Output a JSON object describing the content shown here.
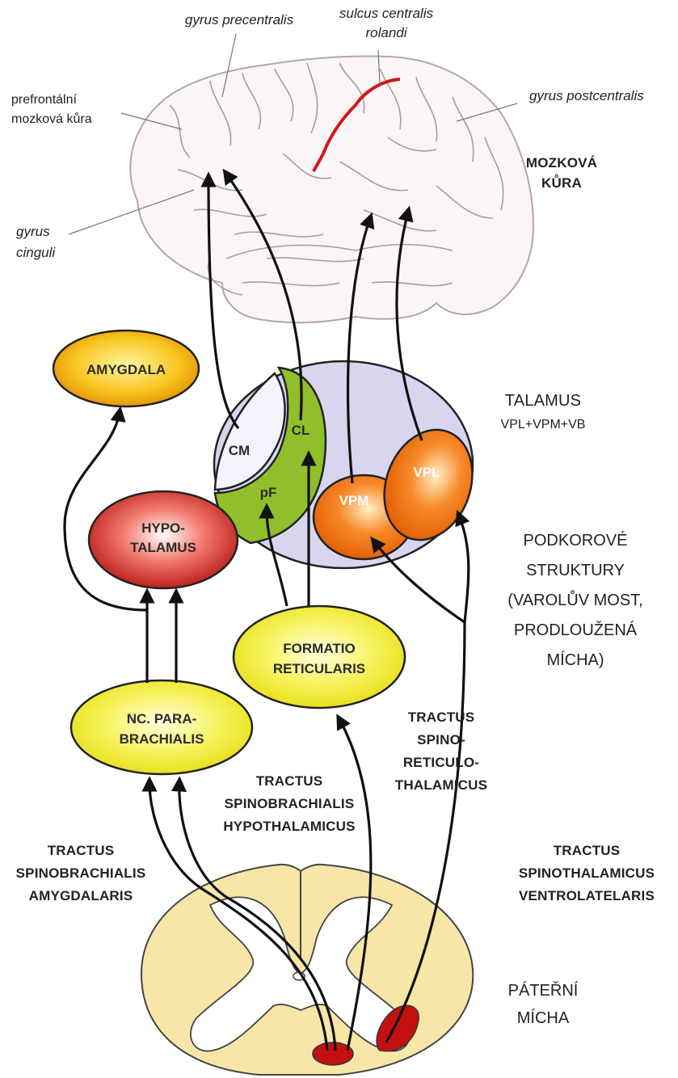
{
  "labels": {
    "gyrus_precentralis": "gyrus precentralis",
    "sulcus_centralis_1": "sulcus centralis",
    "sulcus_centralis_2": "rolandi",
    "prefrontal_1": "prefrontální",
    "prefrontal_2": "mozková kůra",
    "gyrus_postcentralis": "gyrus postcentralis",
    "mozkova_kura_1": "MOZKOVÁ",
    "mozkova_kura_2": "KŮRA",
    "gyrus_cinguli_1": "gyrus",
    "gyrus_cinguli_2": "cinguli",
    "talamus_1": "TALAMUS",
    "talamus_2": "VPL+VPM+VB",
    "podkorove_1": "PODKOROVÉ",
    "podkorove_2": "STRUKTURY",
    "podkorove_3": "(VAROLŮV MOST,",
    "podkorove_4": "PRODLOUŽENÁ",
    "podkorove_5": "MÍCHA)",
    "tr_spinoreticulo_1": "TRACTUS",
    "tr_spinoreticulo_2": "SPINO-",
    "tr_spinoreticulo_3": "RETICULO-",
    "tr_spinoreticulo_4": "THALAMICUS",
    "tr_spinobrach_hypo_1": "TRACTUS",
    "tr_spinobrach_hypo_2": "SPINOBRACHIALIS",
    "tr_spinobrach_hypo_3": "HYPOTHALAMICUS",
    "tr_spinobrach_amyg_1": "TRACTUS",
    "tr_spinobrach_amyg_2": "SPINOBRACHIALIS",
    "tr_spinobrach_amyg_3": "AMYGDALARIS",
    "tr_spinothal_1": "TRACTUS",
    "tr_spinothal_2": "SPINOTHALAMICUS",
    "tr_spinothal_3": "VENTROLATELARIS",
    "paterni_1": "PÁTEŘNÍ",
    "paterni_2": "MÍCHA"
  },
  "nodes": {
    "amygdala": "AMYGDALA",
    "hypotalamus_1": "HYPO-",
    "hypotalamus_2": "TALAMUS",
    "cm": "CM",
    "cl": "CL",
    "pf": "pF",
    "vpm": "VPM",
    "vpl": "VPL",
    "formatio_1": "FORMATIO",
    "formatio_2": "RETICULARIS",
    "parabrach_1": "NC. PARA-",
    "parabrach_2": "BRACHIALIS"
  },
  "colors": {
    "brain_fill": "#fbf5f7",
    "brain_outline": "#b3a5b3",
    "sulcus_red": "#d01818",
    "thalamus_fill": "#d8d6ef",
    "green": "#8fbf2a",
    "orange": "#f57a10",
    "red_node": "#d0201a",
    "yellow": "#f4ef3e",
    "amygdala_orange": "#f4a500",
    "spinal_fill": "#f7e6a8",
    "spinal_white": "#ffffff",
    "spinal_dot": "#c51010"
  }
}
